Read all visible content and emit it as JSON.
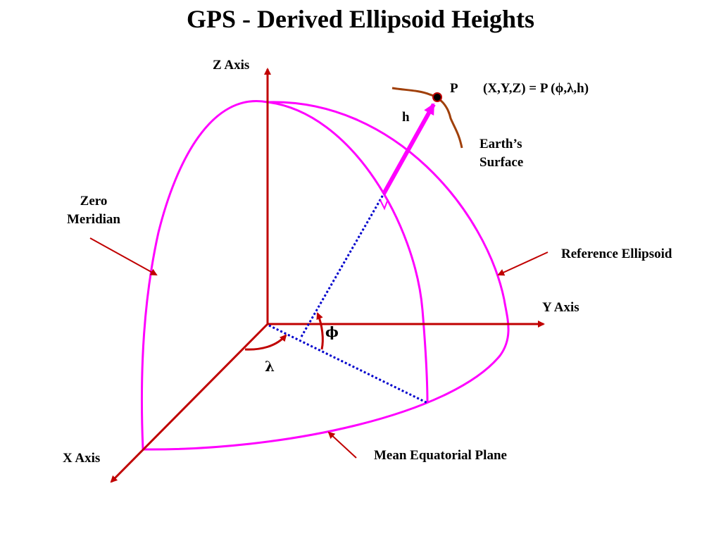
{
  "title": "GPS - Derived Ellipsoid Heights",
  "labels": {
    "z_axis": "Z Axis",
    "y_axis": "Y Axis",
    "x_axis": "X Axis",
    "point": "P",
    "formula": "(X,Y,Z) = P (ϕ,λ,h)",
    "height": "h",
    "earth_surface_line1": "Earth’s",
    "earth_surface_line2": "Surface",
    "zero_meridian_line1": "Zero",
    "zero_meridian_line2": "Meridian",
    "reference_ellipsoid": "Reference Ellipsoid",
    "equatorial_plane": "Mean Equatorial Plane",
    "latitude_symbol": "ϕ",
    "longitude_symbol": "λ"
  },
  "colors": {
    "axes": "#c00000",
    "ellipsoid": "#ff00ff",
    "earth_surface": "#a0400a",
    "construction": "#0000cc",
    "text": "#000000"
  }
}
